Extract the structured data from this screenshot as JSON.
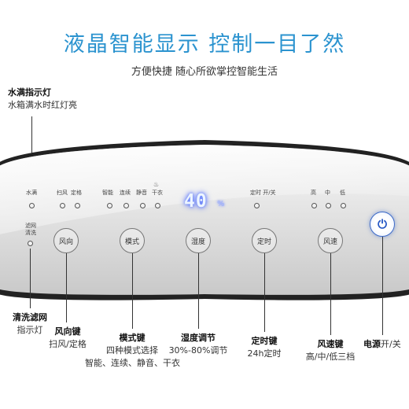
{
  "header": {
    "title": "液晶智能显示  控制一目了然",
    "subtitle": "方便快捷  随心所欲掌控智能生活"
  },
  "colors": {
    "title": "#2b93cf",
    "display_glow": "#3f5bff",
    "power_ring": "#3c6ac8"
  },
  "water_full": {
    "title": "水满指示灯",
    "desc": "水箱满水时红灯亮"
  },
  "panel": {
    "indicators": {
      "water": "水满",
      "sweep": "扫风",
      "fixed": "定格",
      "smart": "智能",
      "continuous": "连续",
      "silent": "静音",
      "dry": "干衣",
      "timer": "定时  开/关",
      "high": "高",
      "mid": "中",
      "low": "低",
      "filter_clean": "滤网\n清洗"
    },
    "display": {
      "value": "40",
      "unit": "%"
    },
    "buttons": {
      "wind_direction": "风向",
      "mode": "模式",
      "humidity": "湿度",
      "timer": "定时",
      "fan_speed": "风速",
      "power_icon": "power-icon"
    }
  },
  "callouts": {
    "filter": {
      "title": "清洗滤网",
      "desc": "指示灯"
    },
    "wind": {
      "title": "风向键",
      "desc": "扫风/定格"
    },
    "mode": {
      "title": "模式键",
      "desc": "四种模式选择",
      "desc2": "智能、连续、静音、干衣"
    },
    "humidity": {
      "title": "湿度调节",
      "desc": "30%-80%调节"
    },
    "timer": {
      "title": "定时键",
      "desc": "24h定时"
    },
    "fan": {
      "title": "风速键",
      "desc": "高/中/低三档"
    },
    "power": {
      "title": "电源",
      "desc": "开/关"
    }
  }
}
